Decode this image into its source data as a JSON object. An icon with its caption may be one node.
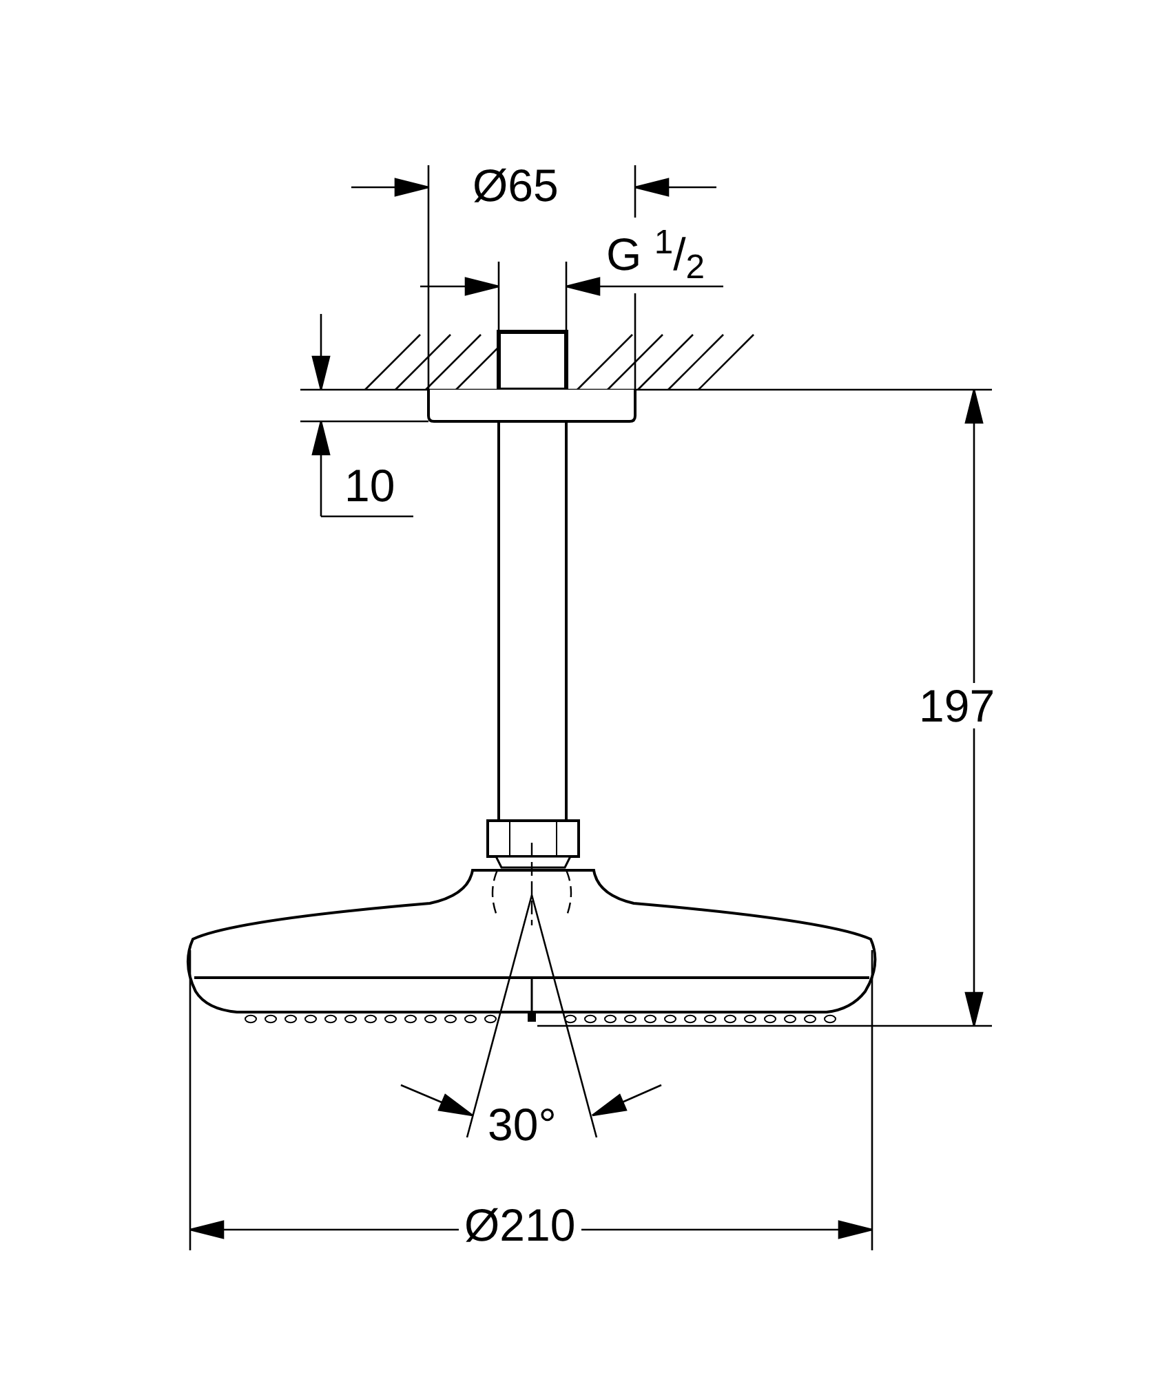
{
  "diagram": {
    "labels": [
      "Ø65",
      "G $^{1}$/$_{2}$",
      "10",
      "197",
      "30°",
      "Ø210"
    ]
  }
}
